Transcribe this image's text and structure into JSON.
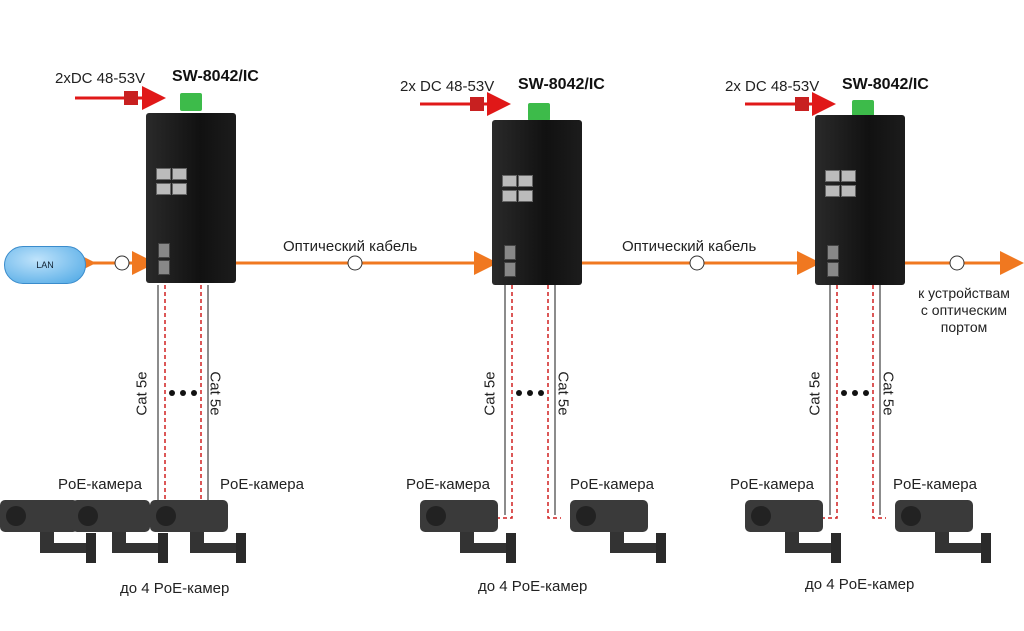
{
  "diagram": {
    "switches": [
      {
        "model": "SW-8042/IC",
        "power_label": "2xDC 48-53V"
      },
      {
        "model": "SW-8042/IC",
        "power_label": "2x DC 48-53V"
      },
      {
        "model": "SW-8042/IC",
        "power_label": "2x DC 48-53V"
      }
    ],
    "lan_label": "LAN",
    "fiber_labels": [
      "Оптический кабель",
      "Оптический кабель"
    ],
    "cable_label": "Cat 5e",
    "camera_label": "PoE-камера",
    "group_label": "до 4 PoE-камер",
    "end_note": [
      "к устройствам",
      "с оптическим",
      "портом"
    ],
    "colors": {
      "fiber": "#f07820",
      "power": "#e01818",
      "poe": "#d02020",
      "terminal": "#3dbb4a",
      "cloud": "#4aa6e4"
    }
  }
}
